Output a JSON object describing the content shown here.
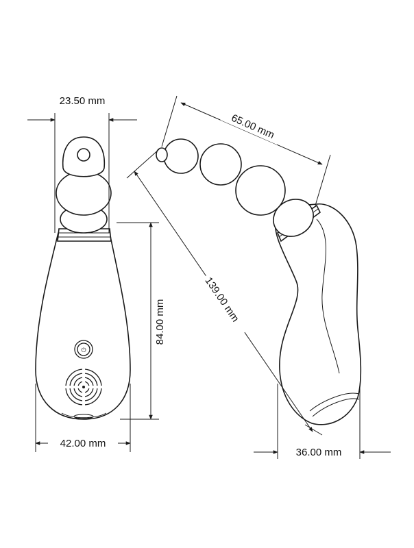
{
  "dimensions": {
    "tip_width": "23.50 mm",
    "handle_height": "84.00 mm",
    "base_width": "42.00 mm",
    "bead_length": "65.00 mm",
    "total_length": "139.00 mm",
    "side_width": "36.00 mm"
  },
  "icons": {
    "power_button": "power-icon",
    "control_button": "dial-icon"
  }
}
